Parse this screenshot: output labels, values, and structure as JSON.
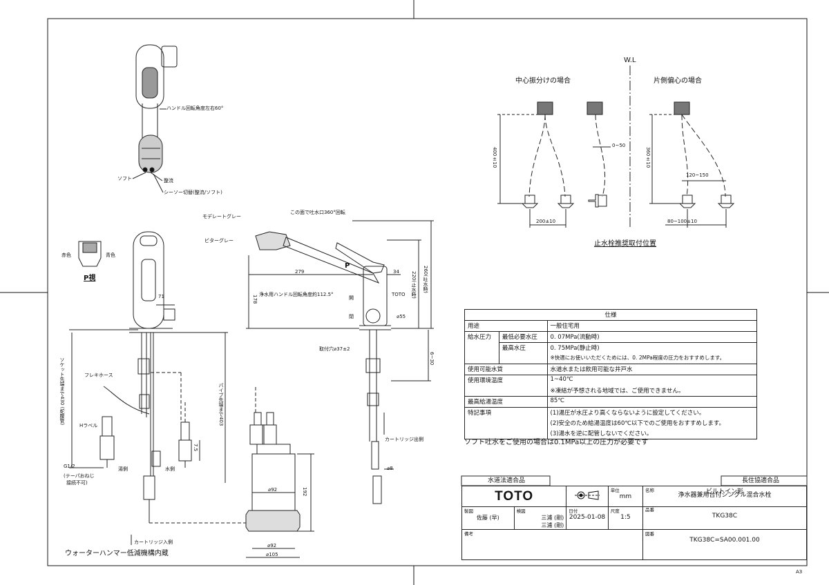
{
  "top_views": {
    "title_left": "中心振分けの場合",
    "title_right": "片側偏心の場合",
    "wl_label": "W.L",
    "dim_400": "400±10",
    "dim_360": "360±10",
    "dim_0_50": "0~50",
    "dim_120_150": "120~150",
    "dim_200": "200±10",
    "dim_80_100": "80~100±10",
    "caption": "止水栓推奨取付位置"
  },
  "upper_left": {
    "handle_rotation": "ハンドル回転角度左右60°",
    "soft": "ソフト",
    "seiryu": "整流",
    "seesaw": "シーソー切替(整流/ソフト)"
  },
  "p_view": {
    "red": "赤色",
    "blue": "青色",
    "label": "P視"
  },
  "side_view": {
    "moderate_gray": "モデレートグレー",
    "bitter_gray": "ビターグレー",
    "spout_rotation": "この面で吐水口360°回転",
    "dim_279": "279",
    "dim_34": "34",
    "dim_178": "178",
    "dim_220": "220(止水時)",
    "dim_260": "260(吐水時)",
    "p_marker": "P",
    "purifier_handle": "浄水用ハンドル回転角度約112.5°",
    "toto_mark": "TOTO",
    "open": "開",
    "closed": "閉",
    "dim_55": "⌀55",
    "mount_hole": "取付穴⌀37±2",
    "dim_6_30": "6~30",
    "cartridge_out": "カートリッジ出側",
    "dim_8": "⌀8"
  },
  "front_view": {
    "dim_71": "71",
    "flexi_hose": "フレキホース",
    "socket_dim": "ソケット先端まで430 (蛇腹管)",
    "pipe_dim": "パイプ先端まで403",
    "h_label": "Hラベル",
    "g12": "G1/2",
    "taper": "(テーパおねじ",
    "no_connect": "接続不可)",
    "hot_side": "湯側",
    "water_side": "水側",
    "dim_7_5": "7.5",
    "cartridge_in": "カートリッジ入側",
    "water_hammer": "ウォーターハンマー低減機構内蔵"
  },
  "cartridge": {
    "dim_92a": "⌀92",
    "dim_192": "192",
    "dim_92b": "⌀92",
    "dim_105": "⌀105"
  },
  "spec_table": {
    "title": "仕様",
    "rows": [
      {
        "label": "用途",
        "sub": "",
        "value": "一般住宅用"
      },
      {
        "label": "給水圧力",
        "sub": "最低必要水圧",
        "value": "0. 07MPa(流動時)"
      },
      {
        "label": "",
        "sub": "最高水圧",
        "value": "0. 75MPa(静止時)"
      },
      {
        "label": "",
        "sub": "",
        "value": "※快適にお使いいただくためには、0. 2MPa程度の圧力をおすすめします。"
      },
      {
        "label": "使用可能水質",
        "sub": "",
        "value": "水道水または飲用可能な井戸水"
      },
      {
        "label": "使用環境温度",
        "sub": "",
        "value": "1~40℃"
      },
      {
        "label": "",
        "sub": "",
        "value": "※凍結が予想される地域では、ご使用できません。"
      },
      {
        "label": "最高給湯温度",
        "sub": "",
        "value": "85℃"
      },
      {
        "label": "特記事項",
        "sub": "",
        "value": "(1)湯圧が水圧より高くならないように設定してください。"
      },
      {
        "label": "",
        "sub": "",
        "value": "(2)安全のため給湯温度は60℃以下でのご使用をおすすめします。"
      },
      {
        "label": "",
        "sub": "",
        "value": "(3)湯水を逆に配管しないでください。"
      }
    ]
  },
  "soft_note": "ソフト吐水をご使用の場合は0.1MPa以上の圧力が必要です",
  "title_block": {
    "water_law": "水道法適合品",
    "longlife": "長住協適合品",
    "brand": "TOTO",
    "unit_label": "単位",
    "unit_value": "mm",
    "name_label": "名称",
    "name_line1": "浄水器兼用台付シングル混合水栓",
    "name_line2": "ビルトイン形",
    "drawn_label": "製図",
    "drawn_value": "佐藤 (早)",
    "check_label": "検図",
    "check_value1": "三浦 (剛)",
    "check_value2": "三浦 (剛)",
    "date_label": "日付",
    "date_value": "2025-01-08",
    "scale_label": "尺度",
    "scale_value": "1:5",
    "part_label": "品番",
    "part_value": "TKG38C",
    "drawing_label": "図番",
    "drawing_value": "TKG38C=SA00.001.00",
    "note_label": "備考"
  },
  "paper_size": "A3"
}
